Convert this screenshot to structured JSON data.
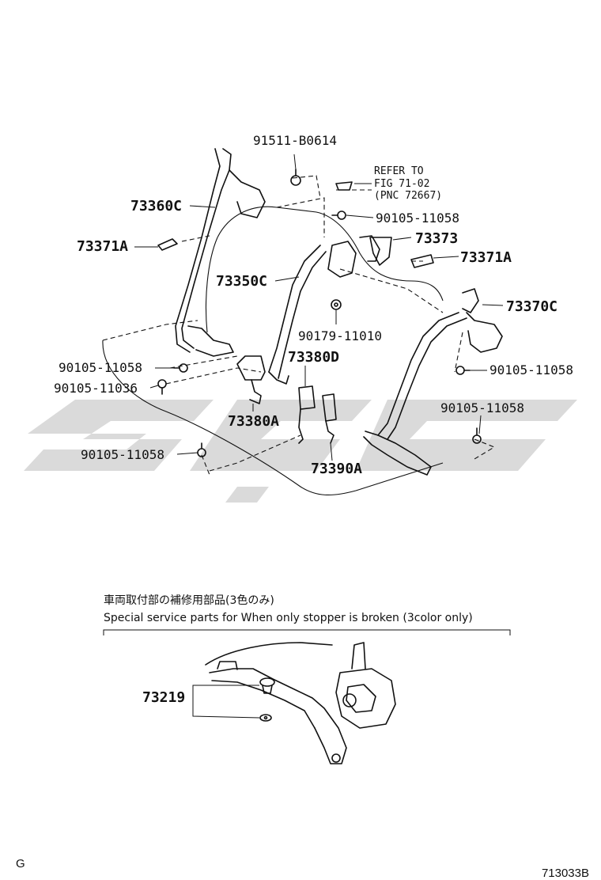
{
  "labels": {
    "p91511": "91511-B0614",
    "refer_line1": "REFER TO",
    "refer_line2": "FIG 71-02",
    "refer_line3": "(PNC 72667)",
    "p73360c": "73360C",
    "p90105_top": "90105-11058",
    "p73373": "73373",
    "p73371a_left": "73371A",
    "p73371a_right": "73371A",
    "p73350c": "73350C",
    "p73370c": "73370C",
    "p90179": "90179-11010",
    "p73380d": "73380D",
    "p90105_left1": "90105-11058",
    "p90105_right1": "90105-11058",
    "p90105_11036": "90105-11036",
    "p90105_right2": "90105-11058",
    "p73380a": "73380A",
    "p90105_left2": "90105-11058",
    "p73390a": "73390A",
    "p73219": "73219"
  },
  "note": {
    "japanese": "車両取付部の補修用部品(3色のみ)",
    "english": "Special service parts for When only stopper is broken (3color only)"
  },
  "footer": {
    "left": "G",
    "right": "713033B"
  },
  "colors": {
    "line": "#111111",
    "watermark": "#d4d4d4"
  }
}
